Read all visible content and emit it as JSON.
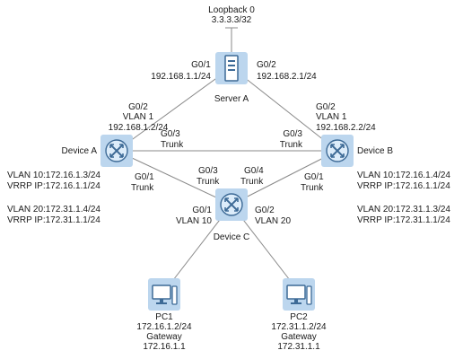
{
  "colors": {
    "line": "#8a8a8a",
    "icon_fill": "#bcd6ee",
    "icon_face": "#dcecfa",
    "icon_dark": "#3d6a96",
    "text": "#1a1a1a"
  },
  "loopback": {
    "name": "Loopback 0",
    "ip": "3.3.3.3/32"
  },
  "server": {
    "name": "Server A",
    "icon": "server-icon",
    "g01_port": "G0/1",
    "g01_ip": "192.168.1.1/24",
    "g02_port": "G0/2",
    "g02_ip": "192.168.2.1/24"
  },
  "device_a": {
    "name": "Device A",
    "icon": "switch-icon",
    "g02_port": "G0/2",
    "g02_vlan": "VLAN 1",
    "g02_ip": "192.168.1.2/24",
    "g03_port": "G0/3",
    "g03_mode": "Trunk",
    "g01_port": "G0/1",
    "g01_mode": "Trunk",
    "vlan10": "VLAN 10:172.16.1.3/24",
    "vrrp10": "VRRP IP:172.16.1.1/24",
    "vlan20": "VLAN 20:172.31.1.4/24",
    "vrrp20": "VRRP IP:172.31.1.1/24"
  },
  "device_b": {
    "name": "Device B",
    "icon": "switch-icon",
    "g02_port": "G0/2",
    "g02_vlan": "VLAN 1",
    "g02_ip": "192.168.2.2/24",
    "g03_port": "G0/3",
    "g03_mode": "Trunk",
    "g01_port": "G0/1",
    "g01_mode": "Trunk",
    "vlan10": "VLAN 10:172.16.1.4/24",
    "vrrp10": "VRRP IP:172.16.1.1/24",
    "vlan20": "VLAN 20:172.31.1.3/24",
    "vrrp20": "VRRP IP:172.31.1.1/24"
  },
  "device_c": {
    "name": "Device C",
    "icon": "switch-icon",
    "g03_port": "G0/3",
    "g03_mode": "Trunk",
    "g04_port": "G0/4",
    "g04_mode": "Trunk",
    "g01_port": "G0/1",
    "g01_vlan": "VLAN 10",
    "g02_port": "G0/2",
    "g02_vlan": "VLAN 20"
  },
  "pc1": {
    "name": "PC1",
    "icon": "pc-icon",
    "ip": "172.16.1.2/24",
    "gw_label": "Gateway",
    "gw": "172.16.1.1"
  },
  "pc2": {
    "name": "PC2",
    "icon": "pc-icon",
    "ip": "172.31.1.2/24",
    "gw_label": "Gateway",
    "gw": "172.31.1.1"
  }
}
